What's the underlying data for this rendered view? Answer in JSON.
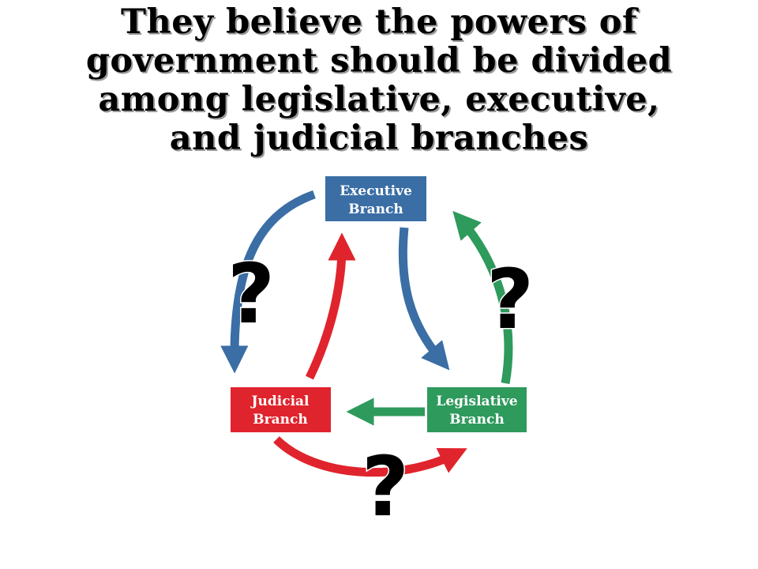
{
  "title_lines": [
    "They believe the powers of",
    "government should be divided",
    "among legislative, executive,",
    "and judicial branches"
  ],
  "diagram": {
    "executive": {
      "line1": "Executive",
      "line2": "Branch",
      "color": "#3a6ea5"
    },
    "judicial": {
      "line1": "Judicial",
      "line2": "Branch",
      "color": "#e0242d"
    },
    "legislative": {
      "line1": "Legislative",
      "line2": "Branch",
      "color": "#2e9a5c"
    },
    "question_marks": [
      "?",
      "?",
      "?"
    ]
  }
}
